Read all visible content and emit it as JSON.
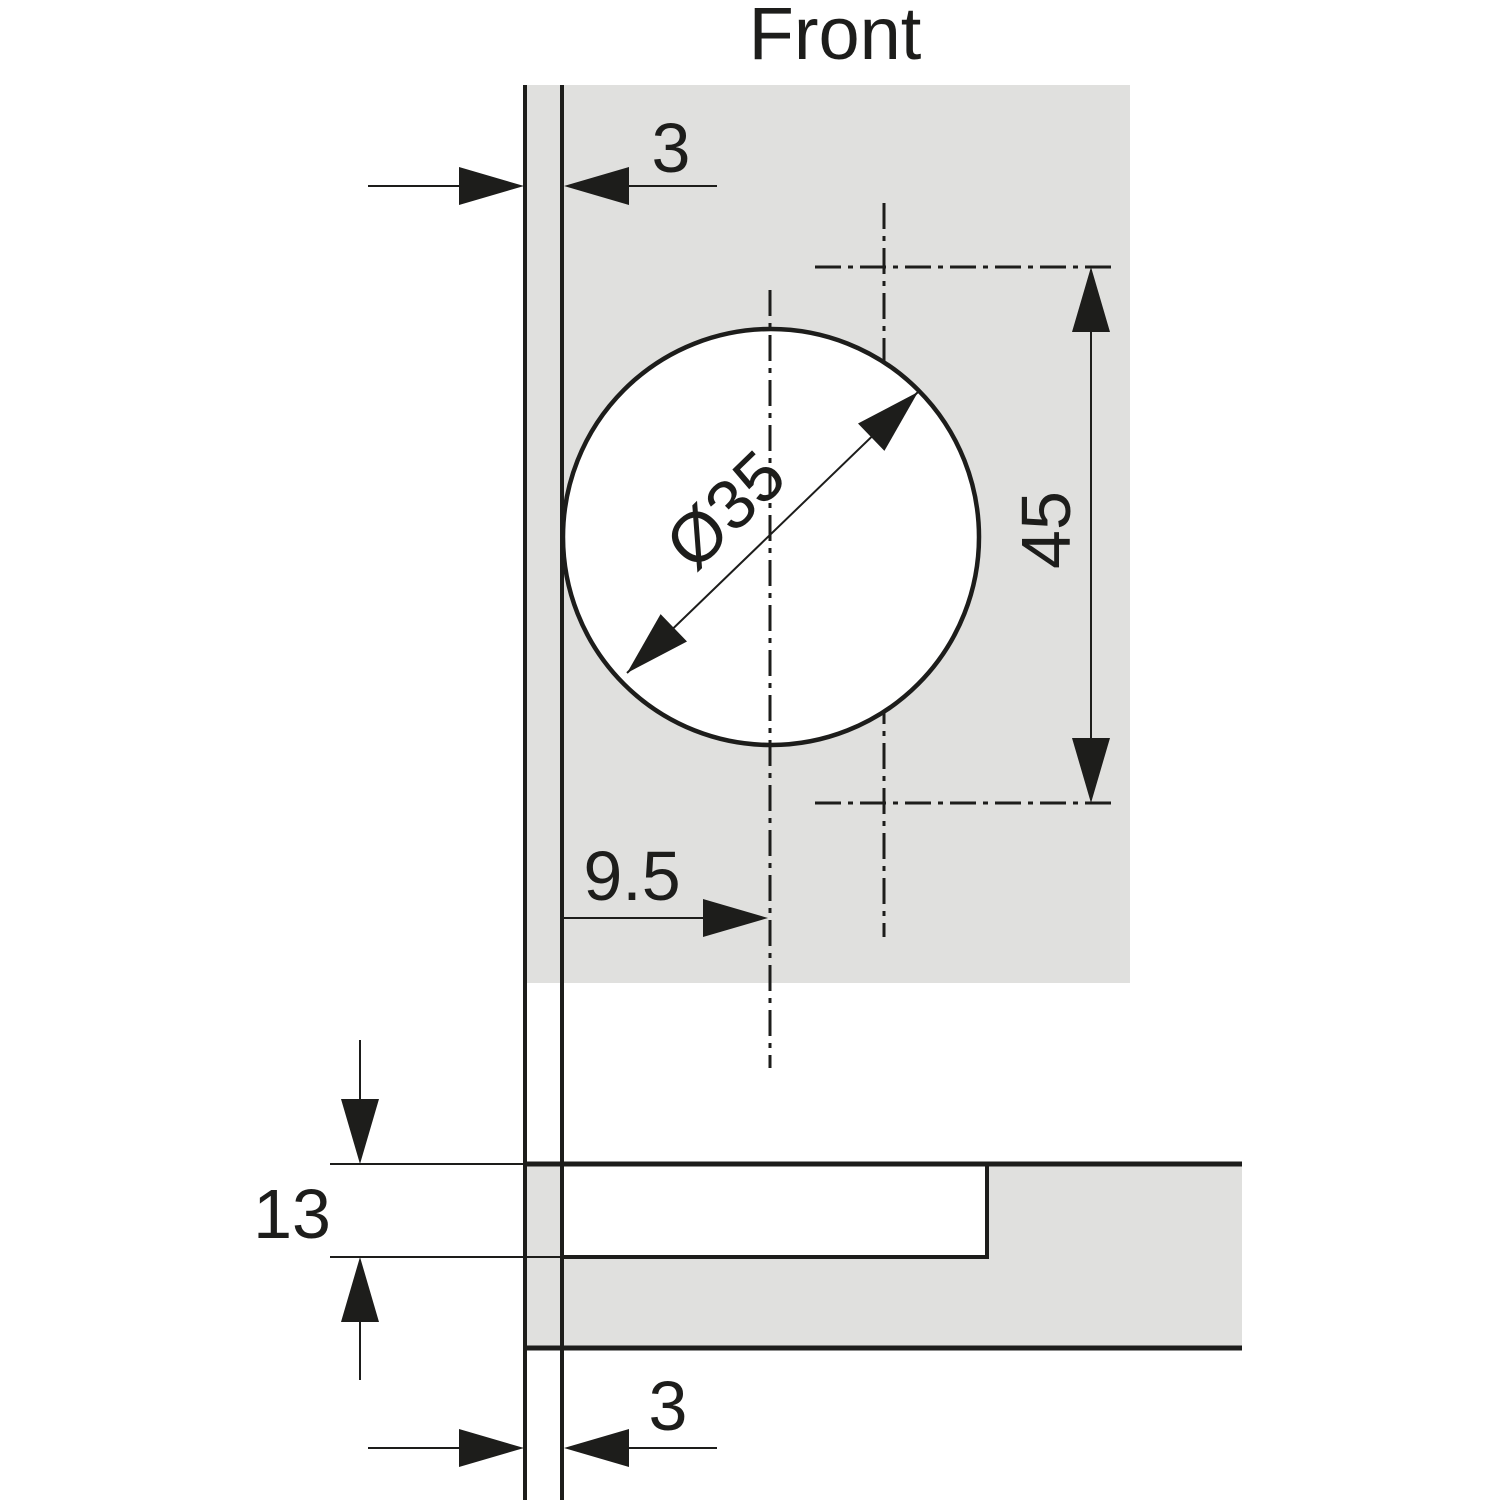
{
  "title": "Front",
  "colors": {
    "panel_gray": "#e0e0de",
    "line_black": "#1d1d1b",
    "background": "#ffffff",
    "hole_fill": "#ffffff"
  },
  "dimensions": {
    "door_edge_gap_top": "3",
    "cup_diameter": "Ø35",
    "screw_hole_spacing": "45",
    "cup_center_distance": "9.5",
    "plate_section_height": "13",
    "door_edge_gap_bottom": "3"
  }
}
